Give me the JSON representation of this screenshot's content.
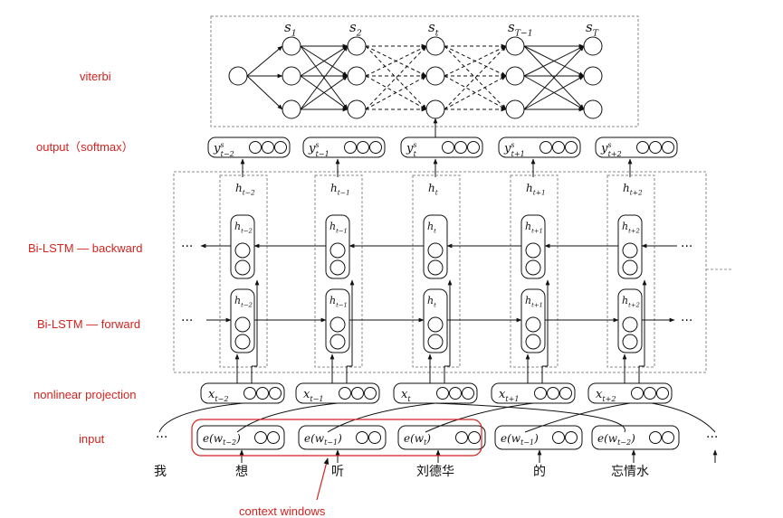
{
  "labels": {
    "viterbi": "viterbi",
    "output": "output（softmax）",
    "backward": "Bi-LSTM — backward",
    "forward": "Bi-LSTM — forward",
    "projection": "nonlinear projection",
    "input": "input",
    "context": "context windows"
  },
  "viterbi_states": [
    "s_1",
    "s_2",
    "s_t",
    "s_{T−1}",
    "s_T"
  ],
  "columns": [
    {
      "y": "y",
      "ysub": "t−2",
      "bw": "t−2",
      "fw": "t−2",
      "x": "t−2"
    },
    {
      "y": "y",
      "ysub": "t−1",
      "bw": "t−1",
      "fw": "t−1",
      "x": "t−1"
    },
    {
      "y": "y",
      "ysub": "t",
      "bw": "t",
      "fw": "t",
      "x": "t"
    },
    {
      "y": "y",
      "ysub": "t+1",
      "bw": "t+1",
      "fw": "t+1",
      "x": "t+1"
    },
    {
      "y": "y",
      "ysub": "t+2",
      "bw": "t+2",
      "fw": "t+2",
      "x": "t+2"
    }
  ],
  "embeddings": [
    "e(w_{t−2})",
    "e(w_{t−1})",
    "e(w_t)",
    "e(w_{t−1})",
    "e(w_{t−2})"
  ],
  "words": [
    "我",
    "想",
    "听",
    "刘德华",
    "的",
    "忘情水"
  ],
  "ellipsis": "···",
  "colors": {
    "accent_red": "#d4231f",
    "line": "#111111",
    "dashed": "#777777"
  }
}
